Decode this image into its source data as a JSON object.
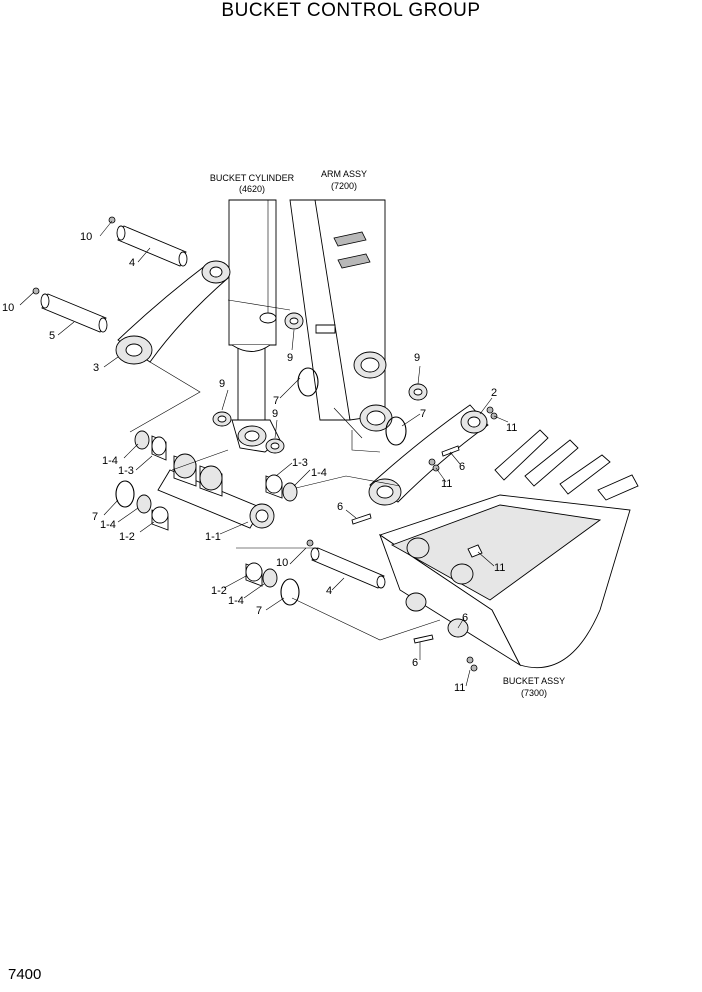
{
  "title": "BUCKET CONTROL GROUP",
  "page_number": "7400",
  "assemblies": [
    {
      "name": "BUCKET CYLINDER",
      "ref": "(4620)"
    },
    {
      "name": "ARM ASSY",
      "ref": "(7200)"
    },
    {
      "name": "BUCKET ASSY",
      "ref": "(7300)"
    }
  ],
  "callouts": [
    "10",
    "4",
    "10",
    "5",
    "3",
    "9",
    "9",
    "7",
    "9",
    "9",
    "7",
    "2",
    "11",
    "1-4",
    "1-3",
    "1-3",
    "1-4",
    "6",
    "11",
    "6",
    "7",
    "1-4",
    "1-2",
    "1-1",
    "10",
    "11",
    "4",
    "6",
    "1-2",
    "1-4",
    "7",
    "6",
    "11"
  ]
}
